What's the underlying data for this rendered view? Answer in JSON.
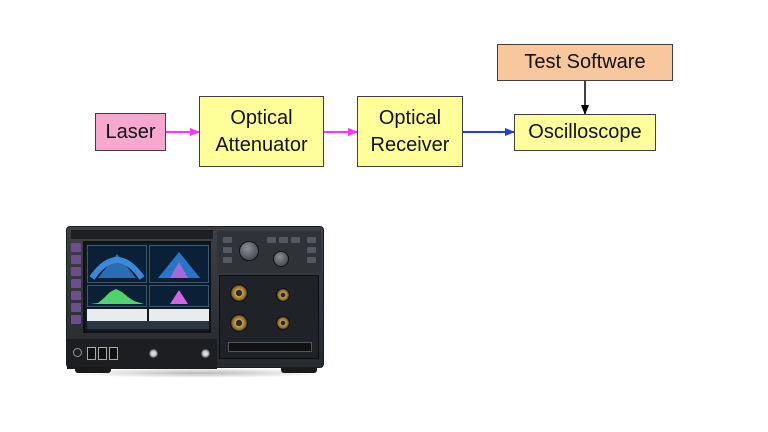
{
  "diagram": {
    "boxes": [
      {
        "id": "laser",
        "label": "Laser",
        "fill": "#f7a8cf"
      },
      {
        "id": "attenuator",
        "label": "Optical\nAttenuator",
        "fill": "#ffff99"
      },
      {
        "id": "receiver",
        "label": "Optical\nReceiver",
        "fill": "#ffff99"
      },
      {
        "id": "oscilloscope",
        "label": "Oscilloscope",
        "fill": "#ffff99"
      },
      {
        "id": "software",
        "label": "Test Software",
        "fill": "#f9c79e"
      }
    ],
    "connections": [
      {
        "from": "laser",
        "to": "attenuator",
        "color": "#ff33ff"
      },
      {
        "from": "attenuator",
        "to": "receiver",
        "color": "#ff33ff"
      },
      {
        "from": "receiver",
        "to": "oscilloscope",
        "color": "#1f3fd6"
      },
      {
        "from": "software",
        "to": "oscilloscope",
        "color": "#000000"
      }
    ]
  },
  "photo": {
    "subject": "oscilloscope-instrument-photo"
  }
}
